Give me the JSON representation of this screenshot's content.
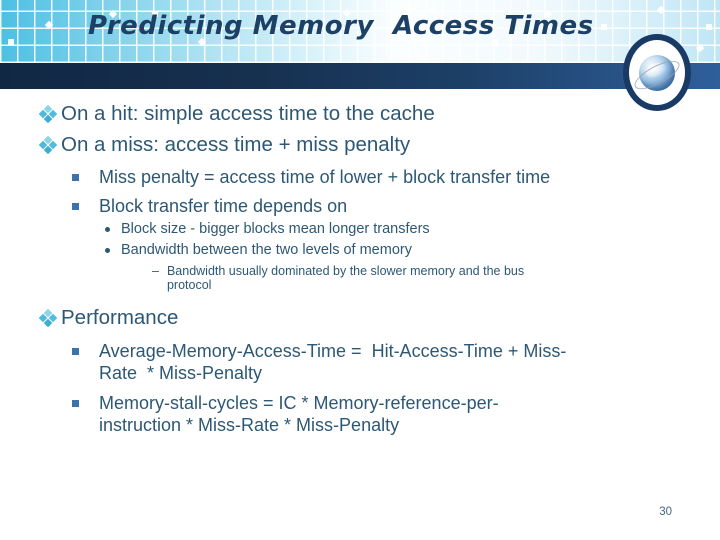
{
  "slide": {
    "title": "Predicting Memory  Access Times",
    "page_number": "30"
  },
  "bullets": {
    "dash": "–"
  },
  "content": {
    "items": [
      {
        "level": 1,
        "text": "On a hit: simple access time to the cache"
      },
      {
        "level": 1,
        "text": "On a miss: access time + miss penalty"
      },
      {
        "level": 2,
        "text": "Miss penalty = access time of lower + block transfer time"
      },
      {
        "level": 2,
        "text": "Block transfer time depends on"
      },
      {
        "level": 3,
        "text": "Block size - bigger blocks mean longer transfers"
      },
      {
        "level": 3,
        "text": "Bandwidth between the two levels of memory"
      },
      {
        "level": 4,
        "text": "Bandwidth usually dominated by the slower memory and the bus protocol"
      },
      {
        "level": 1,
        "text": "Performance"
      },
      {
        "level": 2,
        "text": "Average-Memory-Access-Time =  Hit-Access-Time + Miss-Rate  * Miss-Penalty"
      },
      {
        "level": 2,
        "text": "Memory-stall-cycles = IC * Memory-reference-per-instruction * Miss-Rate * Miss-Penalty"
      }
    ]
  },
  "colors": {
    "header_cyan": "#4cc0e3",
    "bar_navy_dark": "#112845",
    "bar_navy_light": "#2f5f9a",
    "title_text": "#1c4066",
    "body_text": "#2d5875",
    "bullet_cyan": "#4db9dc",
    "bullet_square_blue": "#3c73aa"
  }
}
